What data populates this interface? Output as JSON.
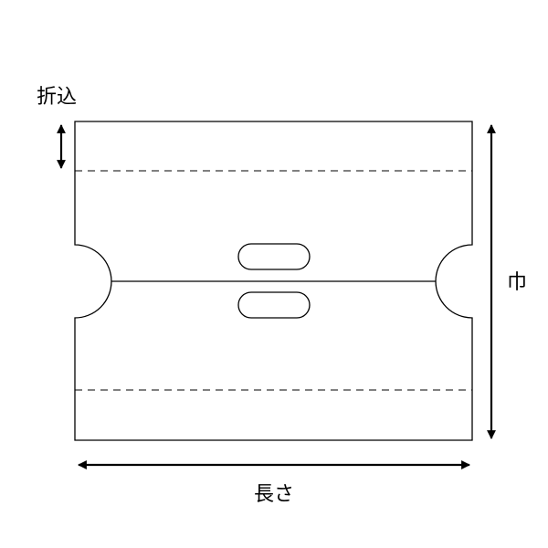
{
  "labels": {
    "fold": "折込",
    "width": "巾",
    "length": "長さ"
  },
  "colors": {
    "line": "#000000",
    "background": "#ffffff"
  }
}
